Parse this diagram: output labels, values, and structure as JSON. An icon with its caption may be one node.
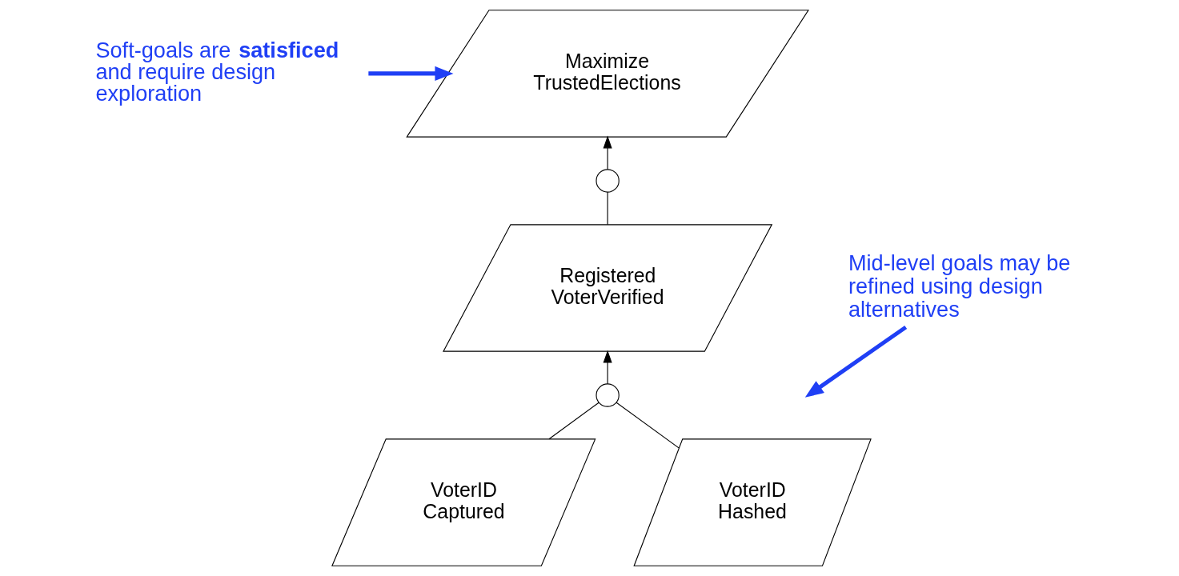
{
  "diagram": {
    "nodes": [
      {
        "text": [
          "Maximize TrustedElections"
        ]
      },
      {
        "text": [],
        "shape": "circle"
      },
      {
        "text": [
          "Registered VoterVerified"
        ]
      },
      {
        "text": [],
        "shape": "circle"
      },
      {
        "text": [
          "VoterID Captured"
        ]
      },
      {
        "text": [
          "VoterID Hashed"
        ]
      },
      {
        "text": [
          "Soft-goals are **satisficed** and require design exploration"
        ]
      },
      {
        "text": [
          "Mid-level goals may be refined using design alternatives"
        ]
      }
    ],
    "edges": [
      {
        "from": 1,
        "to": 0,
        "arrow": "to"
      },
      {
        "from": 2,
        "to": 1,
        "arrow": "none"
      },
      {
        "from": 3,
        "to": 2,
        "arrow": "to"
      },
      {
        "from": 4,
        "to": 3,
        "arrow": "none"
      },
      {
        "from": 5,
        "to": 3,
        "arrow": "none"
      },
      {
        "from": 6,
        "to": 0,
        "arrow": "to",
        "style": "thick",
        "color": "#1f3ff5"
      },
      {
        "from": 7,
        "to": null,
        "arrow": "to",
        "style": "thick",
        "color": "#1f3ff5"
      }
    ]
  }
}
